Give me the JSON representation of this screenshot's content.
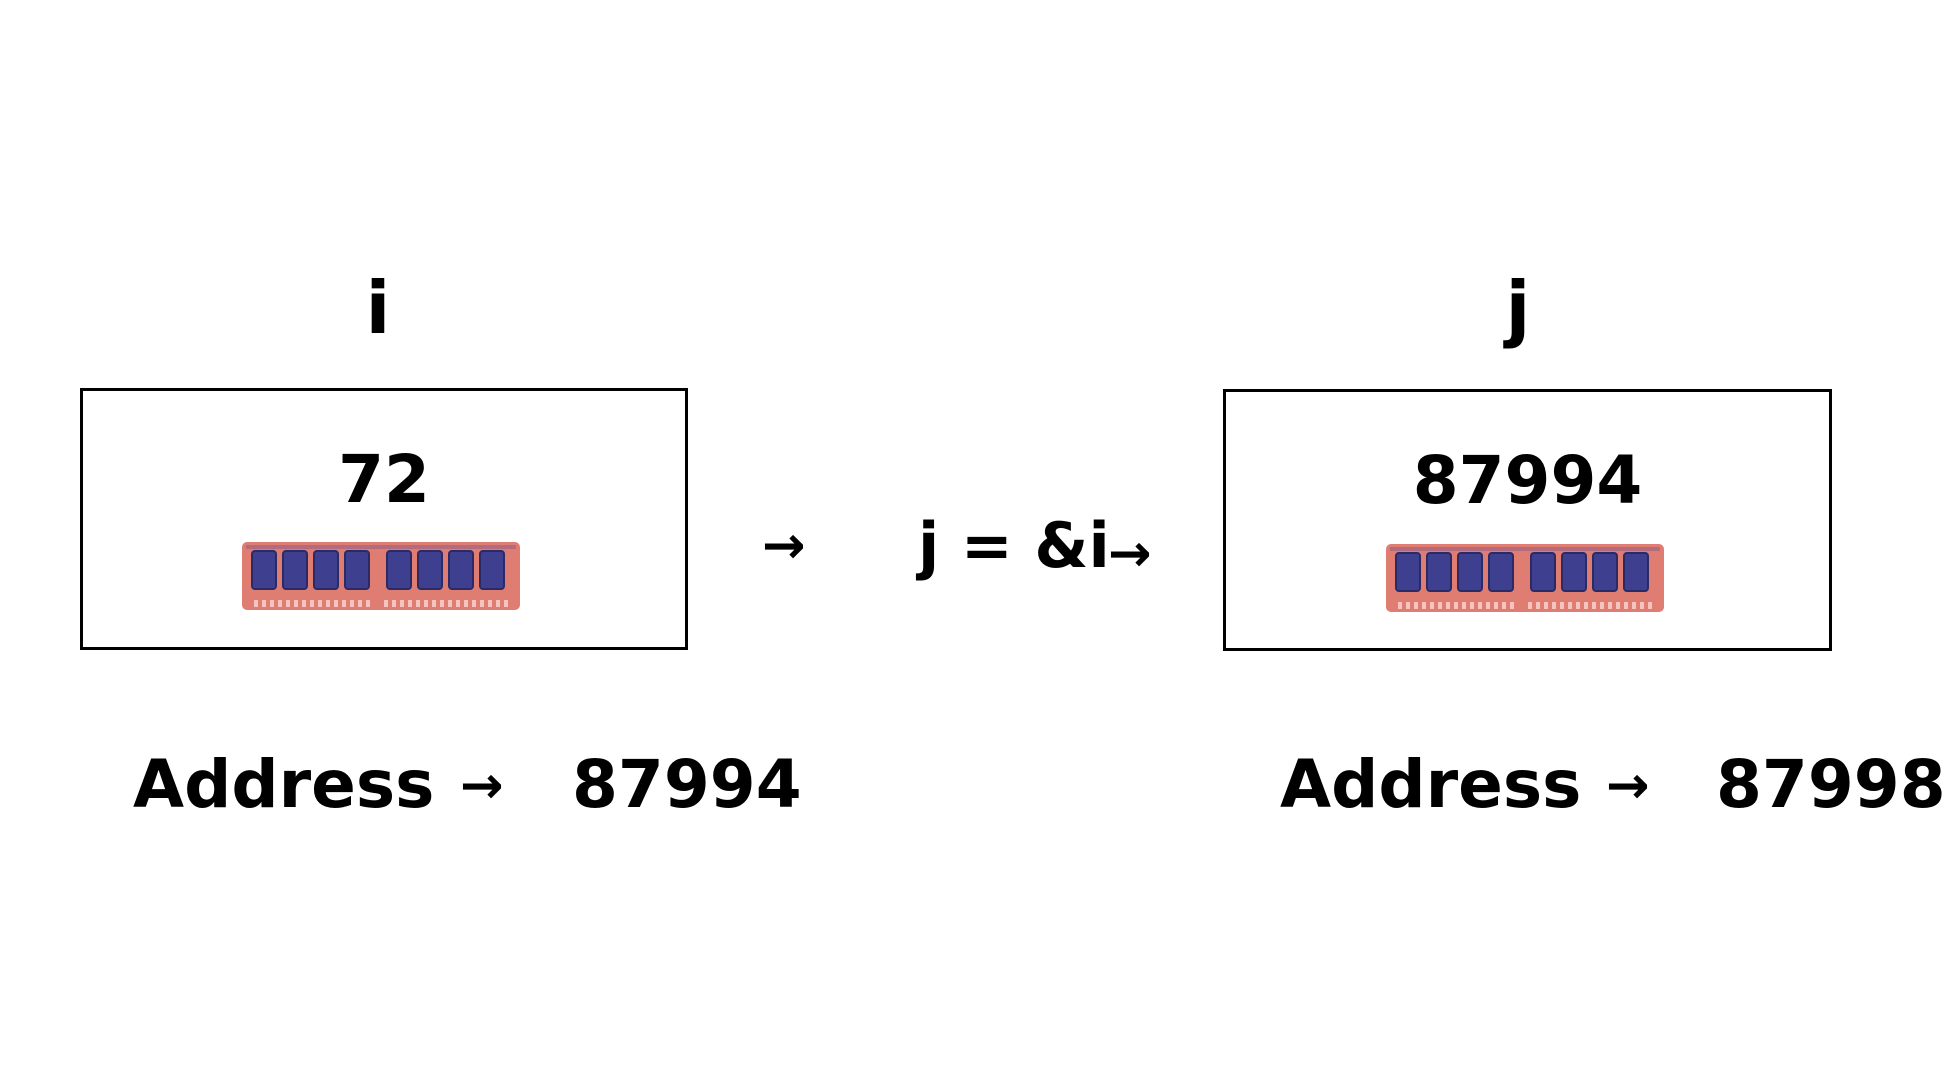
{
  "variables": [
    {
      "name": "i",
      "value": "72",
      "address_label": "Address",
      "address_arrow": "→",
      "address_value": "87994",
      "icon": "ram-stick-icon"
    },
    {
      "name": "j",
      "value": "87994",
      "address_label": "Address",
      "address_arrow": "→",
      "address_value": "87998",
      "icon": "ram-stick-icon"
    }
  ],
  "assignment": {
    "expression": "j = &i",
    "arrow_left": "→",
    "arrow_right": "→"
  },
  "colors": {
    "ram_board": "#E07D72",
    "ram_chip": "#3E3F8F",
    "ram_chip_border": "#2A2B66",
    "ram_pins": "#F5C4BE",
    "box_border": "#000000",
    "text": "#000000"
  }
}
